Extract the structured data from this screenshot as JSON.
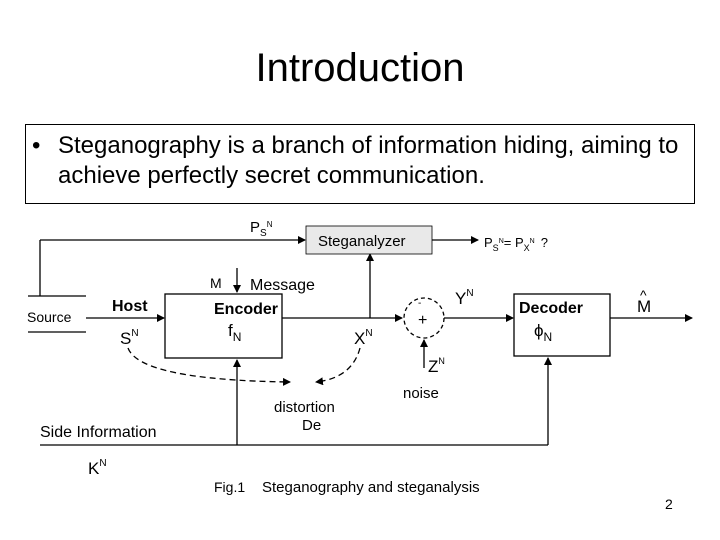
{
  "slide": {
    "title": "Introduction",
    "bullet_symbol": "•",
    "bullet_text": "Steganography is a branch of information hiding, aiming to achieve perfectly secret communication.",
    "page_number": "2"
  },
  "diagram": {
    "source": "Source",
    "host": "Host",
    "host_symbol": "S",
    "host_symbol_sup": "N",
    "ps_label": "P",
    "ps_sub": "S",
    "ps_sup": "N",
    "m_label": "M",
    "message": "Message",
    "encoder": "Encoder",
    "encoder_fn": "f",
    "encoder_fn_sub": "N",
    "steganalyzer": "Steganalyzer",
    "test_ps": "P",
    "test_ps_sub": "S",
    "test_ps_sup": "N",
    "test_eq": "= P",
    "test_px_sub": "X",
    "test_px_sup": "N",
    "test_q": "?",
    "x_label": "X",
    "x_sup": "N",
    "y_label": "Y",
    "y_sup": "N",
    "plus": "+",
    "minus": "-",
    "z_label": "Z",
    "z_sup": "N",
    "noise": "noise",
    "decoder": "Decoder",
    "decoder_fn": "ϕ",
    "decoder_fn_sub": "N",
    "m_hat": "M",
    "m_hat_accent": "^",
    "distortion": "distortion",
    "de": "De",
    "side_info": "Side Information",
    "k_label": "K",
    "k_sup": "N",
    "fig_no": "Fig.1",
    "caption": "Steganography and steganalysis"
  }
}
